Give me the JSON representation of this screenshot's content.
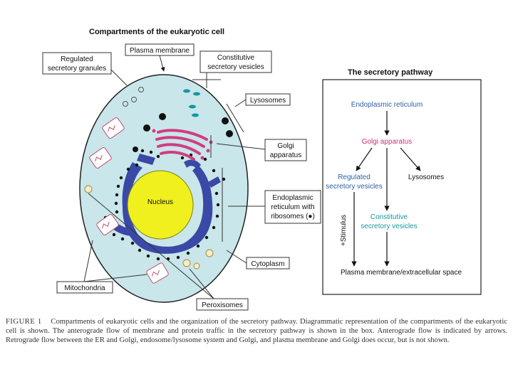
{
  "left_diagram": {
    "title": "Compartments of the eukaryotic cell",
    "labels": {
      "plasma_membrane": "Plasma membrane",
      "regulated_1": "Regulated",
      "regulated_2": "secretory granules",
      "constitutive_1": "Constitutive",
      "constitutive_2": "secretory vesicles",
      "lysosomes": "Lysosomes",
      "golgi_1": "Golgi",
      "golgi_2": "apparatus",
      "nucleus": "Nucleus",
      "er_1": "Endoplasmic",
      "er_2": "reticulum with",
      "er_3": "ribosomes (●)",
      "cytoplasm": "Cytoplasm",
      "mitochondria": "Mitochondria",
      "peroxisomes": "Peroxisomes"
    },
    "colors": {
      "cell": "#c9e6ea",
      "nucleus": "#f0f01e",
      "er": "#3a49a6",
      "golgi": "#d23c83",
      "constitutive": "#1597a3",
      "peroxisome": "#f5ecc7"
    }
  },
  "right_diagram": {
    "title": "The secretory pathway",
    "er": "Endoplasmic reticulum",
    "golgi": "Golgi apparatus",
    "regulated_1": "Regulated",
    "regulated_2": "secretory vesicles",
    "lysosomes": "Lysosomes",
    "constitutive_1": "Constitutive",
    "constitutive_2": "secretory vesicles",
    "stimulus": "+Stimulus",
    "plasma": "Plasma membrane/extracellular space"
  },
  "caption": {
    "figure": "FIGURE 1",
    "text": "Compartments of eukaryotic cells and the organization of the secretory pathway. Diagrammatic representation of the compartments of the eukaryotic cell is shown. The anterograde flow of membrane and protein traffic in the secretory pathway is shown in the box. Anterograde flow is indicated by arrows. Retrograde flow between the ER and Golgi, endosome/lysosome system and Golgi, and plasma membrane and Golgi does occur, but is not shown."
  }
}
